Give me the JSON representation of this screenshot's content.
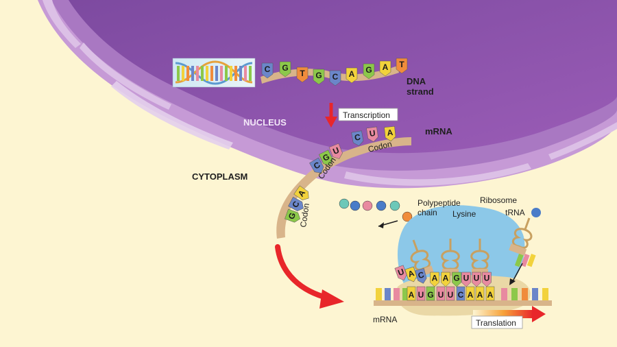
{
  "labels": {
    "dna_line1": "DNA",
    "dna_line2": "strand",
    "transcription": "Transcription",
    "nucleus": "NUCLEUS",
    "mrna_top": "mRNA",
    "cytoplasm": "CYTOPLASM",
    "codon": "Codon",
    "polypeptide_line1": "Polypeptide",
    "polypeptide_line2": "chain",
    "ribosome": "Ribosome",
    "lysine": "Lysine",
    "trna": "tRNA",
    "mrna_bottom": "mRNA",
    "translation": "Translation"
  },
  "sequences": {
    "dna": [
      "C",
      "G",
      "T",
      "G",
      "C",
      "A",
      "G",
      "A",
      "T"
    ],
    "mrna_codon_1": [
      "C",
      "U",
      "A"
    ],
    "mrna_codon_2": [
      "C",
      "G",
      "U"
    ],
    "mrna_codon_3": [
      "G",
      "C",
      "A"
    ],
    "ribosome_mrna": [
      "A",
      "U",
      "G",
      "U",
      "U",
      "C",
      "A",
      "A",
      "A"
    ],
    "anticodons_bound": [
      "A",
      "A",
      "G",
      "U",
      "U",
      "U"
    ],
    "anticodon_exiting": [
      "U",
      "A",
      "C"
    ]
  },
  "colors": {
    "background": "#fdf5d2",
    "nucleus": "#8a4fa8",
    "envelope": "#b07dc6",
    "ribosome": "#8cc8e8",
    "arrow": "#e8262a",
    "base_C": "#6b86c9",
    "base_G": "#8cc84a",
    "base_T": "#f08c3c",
    "base_A": "#f2d23c",
    "base_U": "#e88aa0"
  }
}
